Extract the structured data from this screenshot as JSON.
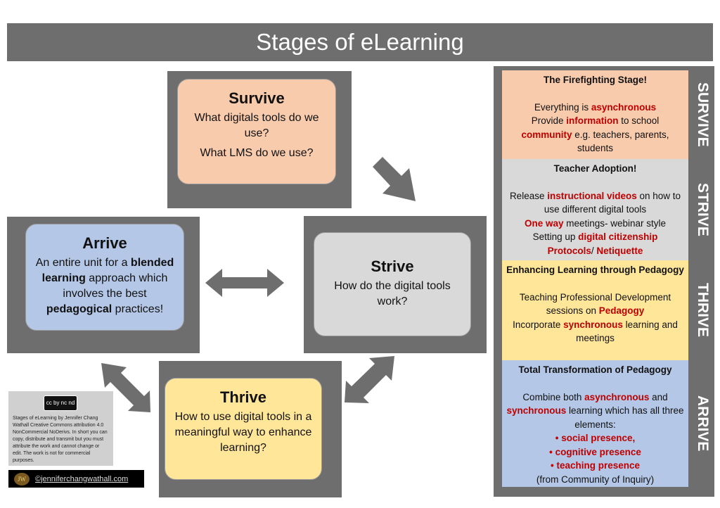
{
  "title": "Stages of eLearning",
  "stages": {
    "survive": {
      "title": "Survive",
      "lines": [
        [
          {
            "t": "What digitals tools do we use?"
          }
        ],
        [
          {
            "t": "What LMS do we use?"
          }
        ]
      ]
    },
    "arrive": {
      "title": "Arrive",
      "lines": [
        [
          {
            "t": "An entire unit for a "
          },
          {
            "t": "blended learning",
            "b": 1
          },
          {
            "t": " approach which involves the best "
          },
          {
            "t": "pedagogical",
            "b": 1
          },
          {
            "t": " practices!"
          }
        ]
      ]
    },
    "strive": {
      "title": "Strive",
      "lines": [
        [
          {
            "t": "How do the digital tools work?"
          }
        ]
      ]
    },
    "thrive": {
      "title": "Thrive",
      "lines": [
        [
          {
            "t": "How to use digital tools in a meaningful way to enhance learning?"
          }
        ]
      ]
    }
  },
  "panel": {
    "survive": {
      "label": "SURVIVE",
      "head": "The Firefighting Stage!",
      "lines": [
        [
          {
            "t": "Everything is "
          },
          {
            "t": "asynchronous",
            "h": 1
          }
        ],
        [
          {
            "t": "Provide "
          },
          {
            "t": "information",
            "h": 1
          },
          {
            "t": " to school"
          }
        ],
        [
          {
            "t": "community",
            "h": 1
          },
          {
            "t": " e.g. teachers,  parents, students"
          }
        ]
      ]
    },
    "strive": {
      "label": "STRIVE",
      "head": "Teacher Adoption!",
      "lines": [
        [
          {
            "t": "Release "
          },
          {
            "t": "instructional videos",
            "h": 1
          },
          {
            "t": " on how to use different digital tools"
          }
        ],
        [
          {
            "t": "One way",
            "h": 1
          },
          {
            "t": " meetings- webinar style"
          }
        ],
        [
          {
            "t": "Setting up "
          },
          {
            "t": "digital citizenship",
            "h": 1
          }
        ],
        [
          {
            "t": "Protocols",
            "h": 1
          },
          {
            "t": "/ "
          },
          {
            "t": "Netiquette",
            "h": 1
          }
        ]
      ]
    },
    "thrive": {
      "label": "THRIVE",
      "head": "Enhancing Learning through Pedagogy",
      "lines": [
        [
          {
            "t": "Teaching Professional Development sessions on "
          },
          {
            "t": "Pedagogy",
            "h": 1
          }
        ],
        [
          {
            "t": "Incorporate "
          },
          {
            "t": "synchronous",
            "h": 1
          },
          {
            "t": " learning and meetings"
          }
        ]
      ]
    },
    "arrive": {
      "label": "ARRIVE",
      "head": "Total Transformation of Pedagogy",
      "lines": [
        [
          {
            "t": "Combine both "
          },
          {
            "t": "asynchronous",
            "h": 1
          },
          {
            "t": " and "
          },
          {
            "t": "synchronous",
            "h": 1
          },
          {
            "t": " learning which has all three elements:"
          }
        ],
        [
          {
            "t": "•    social presence,",
            "h": 1
          }
        ],
        [
          {
            "t": "•    cognitive presence",
            "h": 1
          }
        ],
        [
          {
            "t": "•    teaching presence",
            "h": 1
          }
        ],
        [
          {
            "t": "(from Community of Inquiry)"
          }
        ]
      ]
    }
  },
  "license": {
    "badge": "cc by nc nd",
    "text": "Stages of eLearning  by Jennifer Chang Wathall Creative Commons attribution 4.0 NonCommercial NoDerivs. In short you can copy, distribute and transmit but you must attribute the work and cannot change or edit. The work is not for commercial purposes."
  },
  "site": {
    "logo": "JW",
    "link": "©jenniferchangwathall.com"
  },
  "colors": {
    "frame": "#6e6e6e",
    "survive": "#f8cbad",
    "strive": "#d9d9d9",
    "thrive": "#ffe699",
    "arrive": "#b4c7e7",
    "highlight": "#c00000"
  }
}
